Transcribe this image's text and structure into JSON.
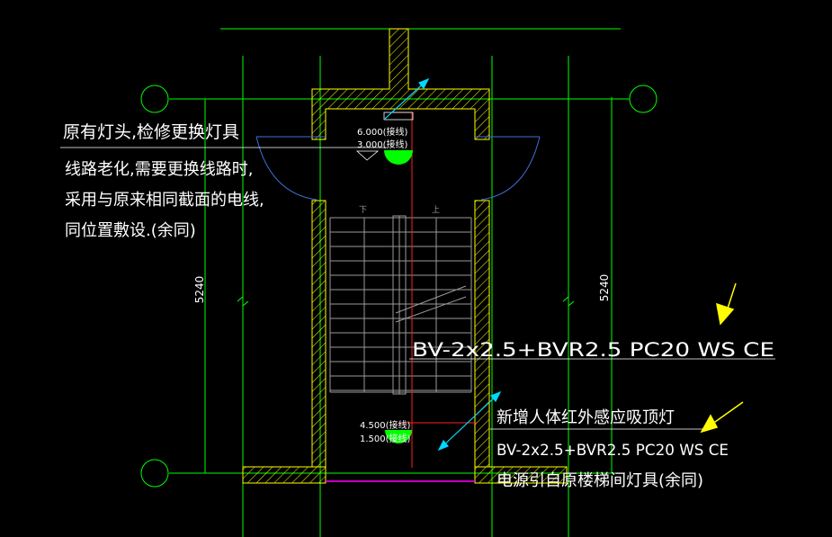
{
  "notes": {
    "existing_fixture": "原有灯头,检修更换灯具",
    "wiring_line1": "线路老化,需要更换线路时,",
    "wiring_line2": "采用与原来相同截面的电线,",
    "wiring_line3": "同位置敷设.(余同)",
    "new_fixture": "新增人体红外感应吸顶灯",
    "cable_large": "BV-2x2.5+BVR2.5 PC20 WS CE",
    "cable_small": "BV-2x2.5+BVR2.5 PC20 WS CE",
    "power_source": "电源引自原楼梯间灯具(余同)"
  },
  "dimensions": {
    "left": "5240",
    "right": "5240"
  },
  "elevations": {
    "upper_a": "6.000(接线)",
    "upper_b": "3.000(接线)",
    "lower_a": "4.500(接线)",
    "lower_b": "1.500(接线)"
  },
  "stair_labels": {
    "down": "下",
    "up": "上"
  },
  "colors": {
    "background": "#000000",
    "axis_green": "#00ff00",
    "wall_yellow": "#ffff00",
    "stair_grey": "#9a9a9a",
    "wire_red": "#ff2020",
    "canopy_blue": "#3f6fd8",
    "arrow_cyan": "#00d8ff",
    "pointer_yellow": "#ffff00",
    "magenta_line": "#ff00ff",
    "text_white": "#ffffff",
    "lamp_green": "#00ff00"
  }
}
